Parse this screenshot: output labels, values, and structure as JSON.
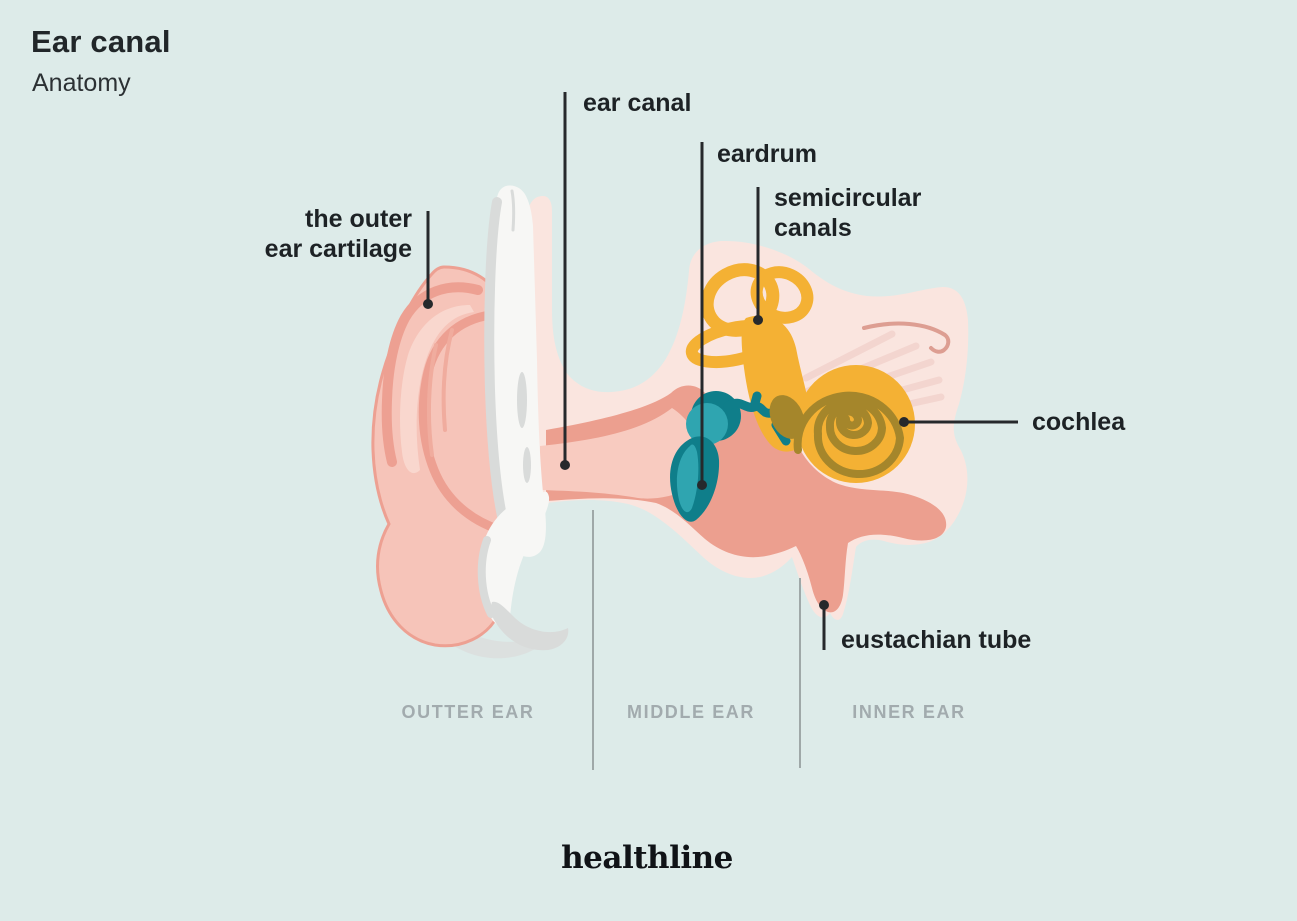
{
  "header": {
    "title": "Ear canal",
    "subtitle": "Anatomy"
  },
  "labels": {
    "ear_canal": "ear canal",
    "eardrum": "eardrum",
    "semicircular_line1": "semicircular",
    "semicircular_line2": "canals",
    "outer_cartilage_line1": "the outer",
    "outer_cartilage_line2": "ear cartilage",
    "cochlea": "cochlea",
    "eustachian_tube": "eustachian tube"
  },
  "sections": {
    "outer": "OUTTER EAR",
    "middle": "MIDDLE EAR",
    "inner": "INNER EAR"
  },
  "footer": {
    "brand": "healthline"
  },
  "colors": {
    "background": "#DDEBE9",
    "skin_light": "#FAE5DF",
    "canal_interior": "#F8CBC0",
    "skin_salmon": "#EC9F8F",
    "pinna": "#F6C4B9",
    "pinna_outline": "#EDA092",
    "pinna_inner_light": "#F9D7CE",
    "cartilage_white": "#F7F7F5",
    "cartilage_shadow": "#D9DBDA",
    "nerve_streak": "#F3D5CF",
    "nerve_line": "#DD9E92",
    "teal_dark": "#0F7E8A",
    "teal_light": "#2FA5B0",
    "orange": "#F4B134",
    "olive": "#A5862B",
    "leader_line": "#26292C",
    "divider_line": "#9FA8A8",
    "section_text": "#A2ABAE",
    "heading_text": "#212629",
    "label_text": "#1D2225",
    "logo_text": "#101317"
  }
}
